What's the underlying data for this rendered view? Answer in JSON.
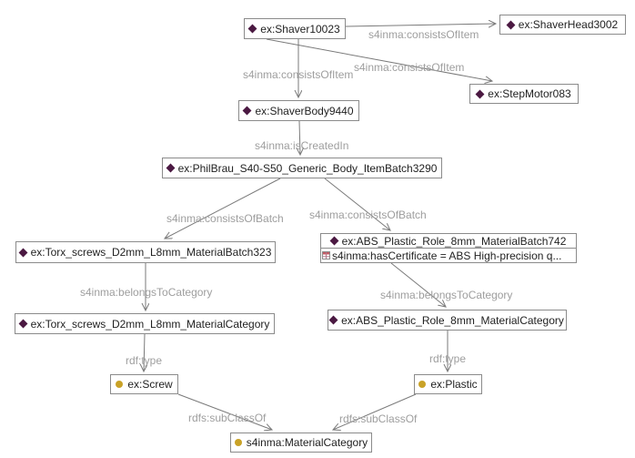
{
  "diagram": {
    "nodes": {
      "shaver10023": {
        "label": "ex:Shaver10023",
        "icon": "instance-diamond"
      },
      "shaverHead3002": {
        "label": "ex:ShaverHead3002",
        "icon": "instance-diamond"
      },
      "stepMotor083": {
        "label": "ex:StepMotor083",
        "icon": "instance-diamond"
      },
      "shaverBody9440": {
        "label": "ex:ShaverBody9440",
        "icon": "instance-diamond"
      },
      "philBrauItemBatch3290": {
        "label": "ex:PhilBrau_S40-S50_Generic_Body_ItemBatch3290",
        "icon": "instance-diamond"
      },
      "torxMaterialBatch323": {
        "label": "ex:Torx_screws_D2mm_L8mm_MaterialBatch323",
        "icon": "instance-diamond"
      },
      "absMaterialBatch742": {
        "label": "ex:ABS_Plastic_Role_8mm_MaterialBatch742",
        "icon": "instance-diamond",
        "attribute": "s4inma:hasCertificate = ABS High-precision q..."
      },
      "torxMaterialCategory": {
        "label": "ex:Torx_screws_D2mm_L8mm_MaterialCategory",
        "icon": "instance-diamond"
      },
      "absMaterialCategory": {
        "label": "ex:ABS_Plastic_Role_8mm_MaterialCategory",
        "icon": "instance-diamond"
      },
      "screw": {
        "label": "ex:Screw",
        "icon": "class-circle"
      },
      "plastic": {
        "label": "ex:Plastic",
        "icon": "class-circle"
      },
      "materialCategory": {
        "label": "s4inma:MaterialCategory",
        "icon": "class-circle"
      }
    },
    "edge_labels": {
      "consistsOfItem_head": "s4inma:consistsOfItem",
      "consistsOfItem_motor": "s4inma:consistsOfItem",
      "consistsOfItem_body": "s4inma:consistsOfItem",
      "isCreatedIn": "s4inma:isCreatedIn",
      "consistsOfBatch_left": "s4inma:consistsOfBatch",
      "consistsOfBatch_right": "s4inma:consistsOfBatch",
      "belongsToCategory_left": "s4inma:belongsToCategory",
      "belongsToCategory_right": "s4inma:belongsToCategory",
      "rdfType_left": "rdf:type",
      "rdfType_right": "rdf:type",
      "subClassOf_left": "rdfs:subClassOf",
      "subClassOf_right": "rdfs:subClassOf"
    },
    "colors": {
      "instance_icon": "#4b1942",
      "class_icon": "#c9a227",
      "edge": "#7a7a7a",
      "edge_label": "#9e9e9e",
      "node_border": "#8b8b8b",
      "node_text": "#1f1f1f",
      "background": "#ffffff"
    }
  }
}
